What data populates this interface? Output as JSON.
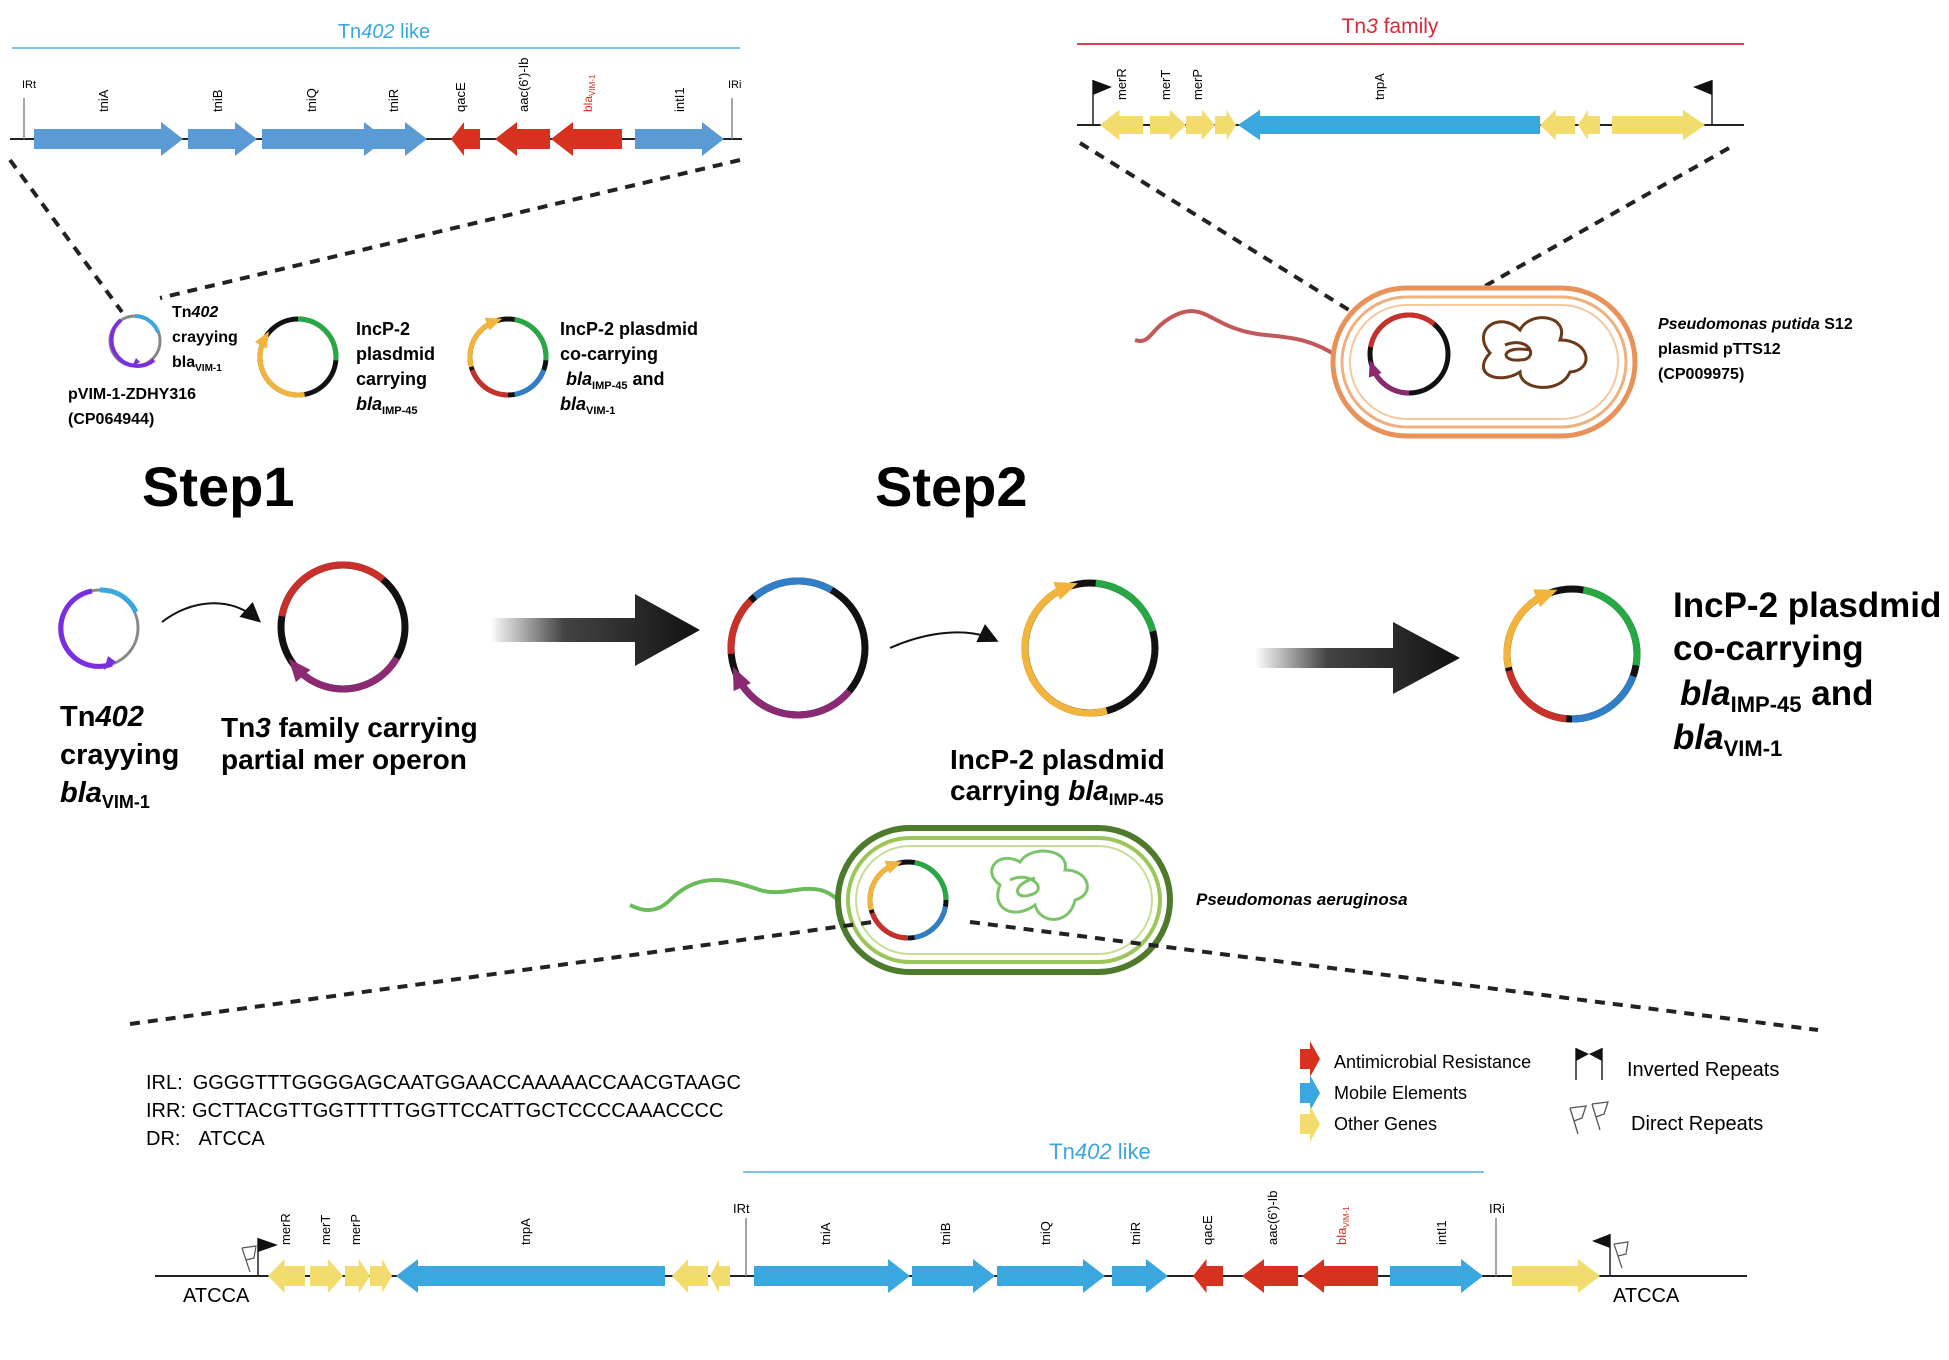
{
  "top_left": {
    "title": "Tn402 like",
    "title_prefix": "Tn",
    "title_italic": "402",
    "title_suffix": " like",
    "ir_left": "IRt",
    "ir_right": "IRi",
    "genes": [
      "tniA",
      "tniB",
      "tniQ",
      "tniR",
      "qacE",
      "aac(6')-Ib",
      "blaVIM-1",
      "intI1"
    ]
  },
  "top_right": {
    "title_prefix": "Tn",
    "title_italic": "3",
    "title_suffix": " family",
    "genes": [
      "merR",
      "merT",
      "merP",
      "tnpA"
    ]
  },
  "plasmids_top": {
    "p1_label_a": "Tn",
    "p1_label_a_it": "402",
    "p1_label_b": "crayying",
    "p1_label_c": "bla",
    "p1_label_c_sub": "VIM-1",
    "p1_name": "pVIM-1-ZDHY316",
    "p1_acc": "(CP064944)",
    "p2_l1": "IncP-2",
    "p2_l2": "plasdmid",
    "p2_l3": "carrying",
    "p2_l4": "bla",
    "p2_l4_sub": "IMP-45",
    "p3_l1": "IncP-2 plasdmid",
    "p3_l2": "co-carrying",
    "p3_l3": "bla",
    "p3_l3_sub": "IMP-45",
    "p3_l3_tail": " and",
    "p3_l4": "bla",
    "p3_l4_sub": "VIM-1"
  },
  "putida": {
    "species": "Pseudomonas putida",
    "strain": " S12",
    "plasmid": "plasmid pTTS12",
    "acc": "(CP009975)"
  },
  "steps": {
    "step1": "Step1",
    "step2": "Step2"
  },
  "mid_labels": {
    "tn402_a": "Tn",
    "tn402_a_it": "402",
    "tn402_b": "crayying",
    "tn402_c": "bla",
    "tn402_c_sub": "VIM-1",
    "tn3_a": "Tn",
    "tn3_a_it": "3",
    "tn3_a_tail": " family carrying",
    "tn3_b": "partial mer operon",
    "incp_a": "IncP-2 plasdmid",
    "incp_b": "carrying ",
    "incp_b_it": "bla",
    "incp_b_sub": "IMP-45",
    "final_a": "IncP-2 plasdmid",
    "final_b": "co-carrying",
    "final_c": "bla",
    "final_c_sub": "IMP-45",
    "final_c_tail": " and",
    "final_d": "bla",
    "final_d_sub": "VIM-1"
  },
  "aeruginosa": {
    "species": "Pseudomonas aeruginosa"
  },
  "sequences": {
    "irl_label": "IRL:",
    "irl_seq": "GGGGTTTGGGGAGCAATGGAACCAAAAACCAACGTAAGC",
    "irr_label": "IRR:",
    "irr_seq": "GCTTACGTTGGTTTTTGGTTCCATTGCTCCCCAAACCCC",
    "dr_label": "DR:",
    "dr_seq": "ATCCA"
  },
  "legend": {
    "amr": "Antimicrobial Resistance",
    "mobile": "Mobile Elements",
    "other": "Other Genes",
    "ir": "Inverted Repeats",
    "dr": "Direct Repeats"
  },
  "bottom": {
    "title_prefix": "Tn",
    "title_italic": "402",
    "title_suffix": " like",
    "ir_left": "IRt",
    "ir_right": "IRi",
    "dr_left": "ATCCA",
    "dr_right": "ATCCA",
    "genes": [
      "merR",
      "merT",
      "merP",
      "tnpA",
      "tniA",
      "tniB",
      "tniQ",
      "tniR",
      "qacE",
      "aac(6')-Ib",
      "blaVIM-1",
      "intI1"
    ]
  },
  "colors": {
    "amr": "#d6321f",
    "mobile": "#3aa7de",
    "mobile_top": "#5b9bd5",
    "other": "#f2dc6e",
    "tn402_line": "#7cc4e8",
    "tn3_line": "#e04050",
    "tn3_title": "#d9283a",
    "green": "#27a844",
    "blue_seg": "#2f7ec6",
    "red_seg": "#c8312a",
    "orange_seg": "#f2b43b",
    "purple_seg": "#8b2a72",
    "violet": "#7b2ee0"
  }
}
